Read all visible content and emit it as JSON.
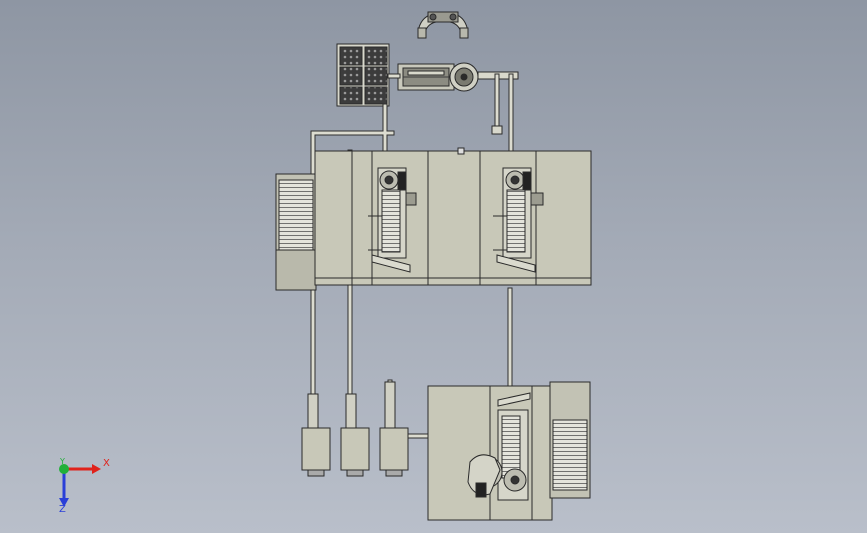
{
  "triad": {
    "x_label": "X",
    "y_label": "Y",
    "z_label": "Z",
    "x_color": "#e0221b",
    "y_color": "#22b03a",
    "z_color": "#2a3fd8"
  },
  "colors": {
    "body": "#c8c8b8",
    "body_dark": "#aeae9e",
    "outline": "#2a2a2a",
    "pipe": "#d9d9cc"
  }
}
